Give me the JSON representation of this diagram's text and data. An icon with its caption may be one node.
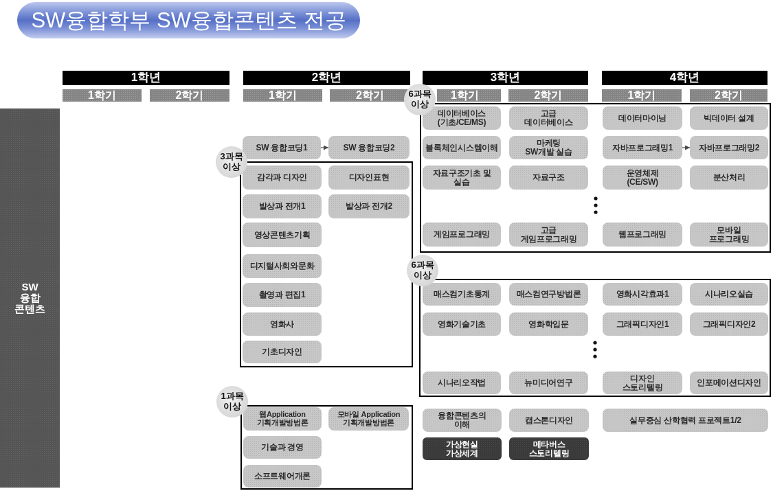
{
  "diagram": {
    "title": "SW융합학부 SW융합콘텐츠 전공",
    "nodes": [
      {
        "text": [
          "1학년"
        ]
      },
      {
        "text": [
          "2학년"
        ]
      },
      {
        "text": [
          "3학년"
        ]
      },
      {
        "text": [
          "4학년"
        ]
      },
      {
        "text": [
          "1학기"
        ]
      },
      {
        "text": [
          "2학기"
        ]
      },
      {
        "text": [
          "1학기"
        ]
      },
      {
        "text": [
          "2학기"
        ]
      },
      {
        "text": [
          "1학기"
        ]
      },
      {
        "text": [
          "2학기"
        ]
      },
      {
        "text": [
          "1학기"
        ]
      },
      {
        "text": [
          "2학기"
        ]
      },
      {
        "text": [
          "SW 융합 콘텐츠"
        ]
      },
      {
        "text": [
          "6과목 이상"
        ]
      },
      {
        "text": [
          "데이터베이스 (기초/CE/MS)"
        ],
        "in": 13
      },
      {
        "text": [
          "고급 데이터베이스"
        ],
        "in": 13
      },
      {
        "text": [
          "데이터마이닝"
        ],
        "in": 13
      },
      {
        "text": [
          "빅데이터 설계"
        ],
        "in": 13
      },
      {
        "text": [
          "블록체인시스템이해"
        ],
        "in": 13
      },
      {
        "text": [
          "마케팅 SW개발 실습"
        ],
        "in": 13
      },
      {
        "text": [
          "자바프로그래밍1"
        ],
        "in": 13
      },
      {
        "text": [
          "자바프로그래밍2"
        ],
        "in": 13
      },
      {
        "text": [
          "자료구조기초 및 실습"
        ],
        "in": 13
      },
      {
        "text": [
          "자료구조"
        ],
        "in": 13
      },
      {
        "text": [
          "운영체제 (CE/SW)"
        ],
        "in": 13
      },
      {
        "text": [
          "분산처리"
        ],
        "in": 13
      },
      {
        "text": [
          "게임프로그래밍"
        ],
        "in": 13
      },
      {
        "text": [
          "고급 게임프로그래밍"
        ],
        "in": 13
      },
      {
        "text": [
          "웹프로그래밍"
        ],
        "in": 13
      },
      {
        "text": [
          "모바일 프로그래밍"
        ],
        "in": 13
      },
      {
        "text": [
          "SW 융합코딩1"
        ]
      },
      {
        "text": [
          "SW 융합코딩2"
        ]
      },
      {
        "text": [
          "3과목 이상"
        ]
      },
      {
        "text": [
          "감각과 디자인"
        ],
        "in": 32
      },
      {
        "text": [
          "디자인표현"
        ],
        "in": 32
      },
      {
        "text": [
          "발상과 전개1"
        ],
        "in": 32
      },
      {
        "text": [
          "발상과 전개2"
        ],
        "in": 32
      },
      {
        "text": [
          "영상콘텐츠기획"
        ],
        "in": 32
      },
      {
        "text": [
          "디지털사회와문화"
        ],
        "in": 32
      },
      {
        "text": [
          "촬영과 편집1"
        ],
        "in": 32
      },
      {
        "text": [
          "영화사"
        ],
        "in": 32
      },
      {
        "text": [
          "기초디자인"
        ],
        "in": 32
      },
      {
        "text": [
          "6과목 이상"
        ]
      },
      {
        "text": [
          "매스컴기초통계"
        ],
        "in": 42
      },
      {
        "text": [
          "매스컴연구방법론"
        ],
        "in": 42
      },
      {
        "text": [
          "영화시각효과1"
        ],
        "in": 42
      },
      {
        "text": [
          "시나리오실습"
        ],
        "in": 42
      },
      {
        "text": [
          "영화기술기초"
        ],
        "in": 42
      },
      {
        "text": [
          "영화학입문"
        ],
        "in": 42
      },
      {
        "text": [
          "그래픽디자인1"
        ],
        "in": 42
      },
      {
        "text": [
          "그래픽디자인2"
        ],
        "in": 42
      },
      {
        "text": [
          "시나리오작법"
        ],
        "in": 42
      },
      {
        "text": [
          "뉴미디어연구"
        ],
        "in": 42
      },
      {
        "text": [
          "디자인 스토리텔링"
        ],
        "in": 42
      },
      {
        "text": [
          "인포메이션디자인"
        ],
        "in": 42
      },
      {
        "text": [
          "1과목 이상"
        ]
      },
      {
        "text": [
          "웹Application 기획개발방법론"
        ],
        "in": 55
      },
      {
        "text": [
          "모바일 Application 기획개발방법론"
        ],
        "in": 55
      },
      {
        "text": [
          "기술과 경영"
        ],
        "in": 55
      },
      {
        "text": [
          "소프트웨어개론"
        ],
        "in": 55
      },
      {
        "text": [
          "융합콘텐츠의 이해"
        ]
      },
      {
        "text": [
          "캡스톤디자인"
        ]
      },
      {
        "text": [
          "실무중심 산학협력 프로젝트1/2"
        ]
      },
      {
        "text": [
          "가상현실 가상세계"
        ]
      },
      {
        "text": [
          "메타버스 스토리텔링"
        ]
      }
    ],
    "edges": [
      {
        "from": 30,
        "to": 31,
        "arrow": "to"
      },
      {
        "from": 20,
        "to": 21,
        "arrow": "to"
      }
    ]
  }
}
